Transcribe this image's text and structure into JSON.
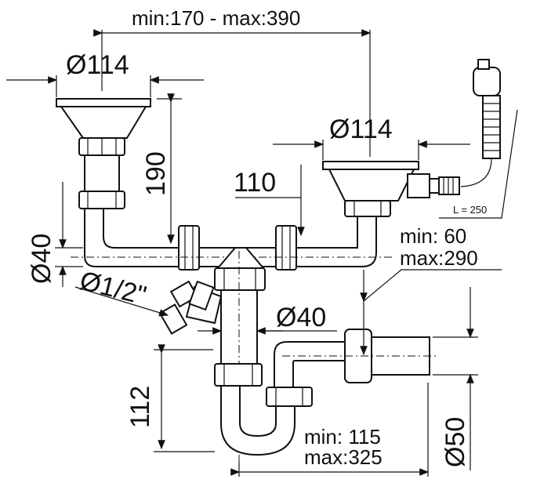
{
  "dimensions": {
    "top_span": "min:170 - max:390",
    "left_basket_dia": "Ø114",
    "right_basket_dia": "Ø114",
    "height_190": "190",
    "offset_110": "110",
    "pipe_dia_40_left": "Ø40",
    "overflow_hose_length": "L = 250",
    "vertical_range_min": "min:   60",
    "vertical_range_max": "max:290",
    "hose_connector_dia": "Ø1/2\"",
    "pipe_dia_40_center": "Ø40",
    "trap_height": "112",
    "horizontal_range_min": "min: 115",
    "horizontal_range_max": "max:325",
    "outlet_dia": "Ø50"
  },
  "colors": {
    "line": "#111111",
    "background": "#ffffff"
  }
}
